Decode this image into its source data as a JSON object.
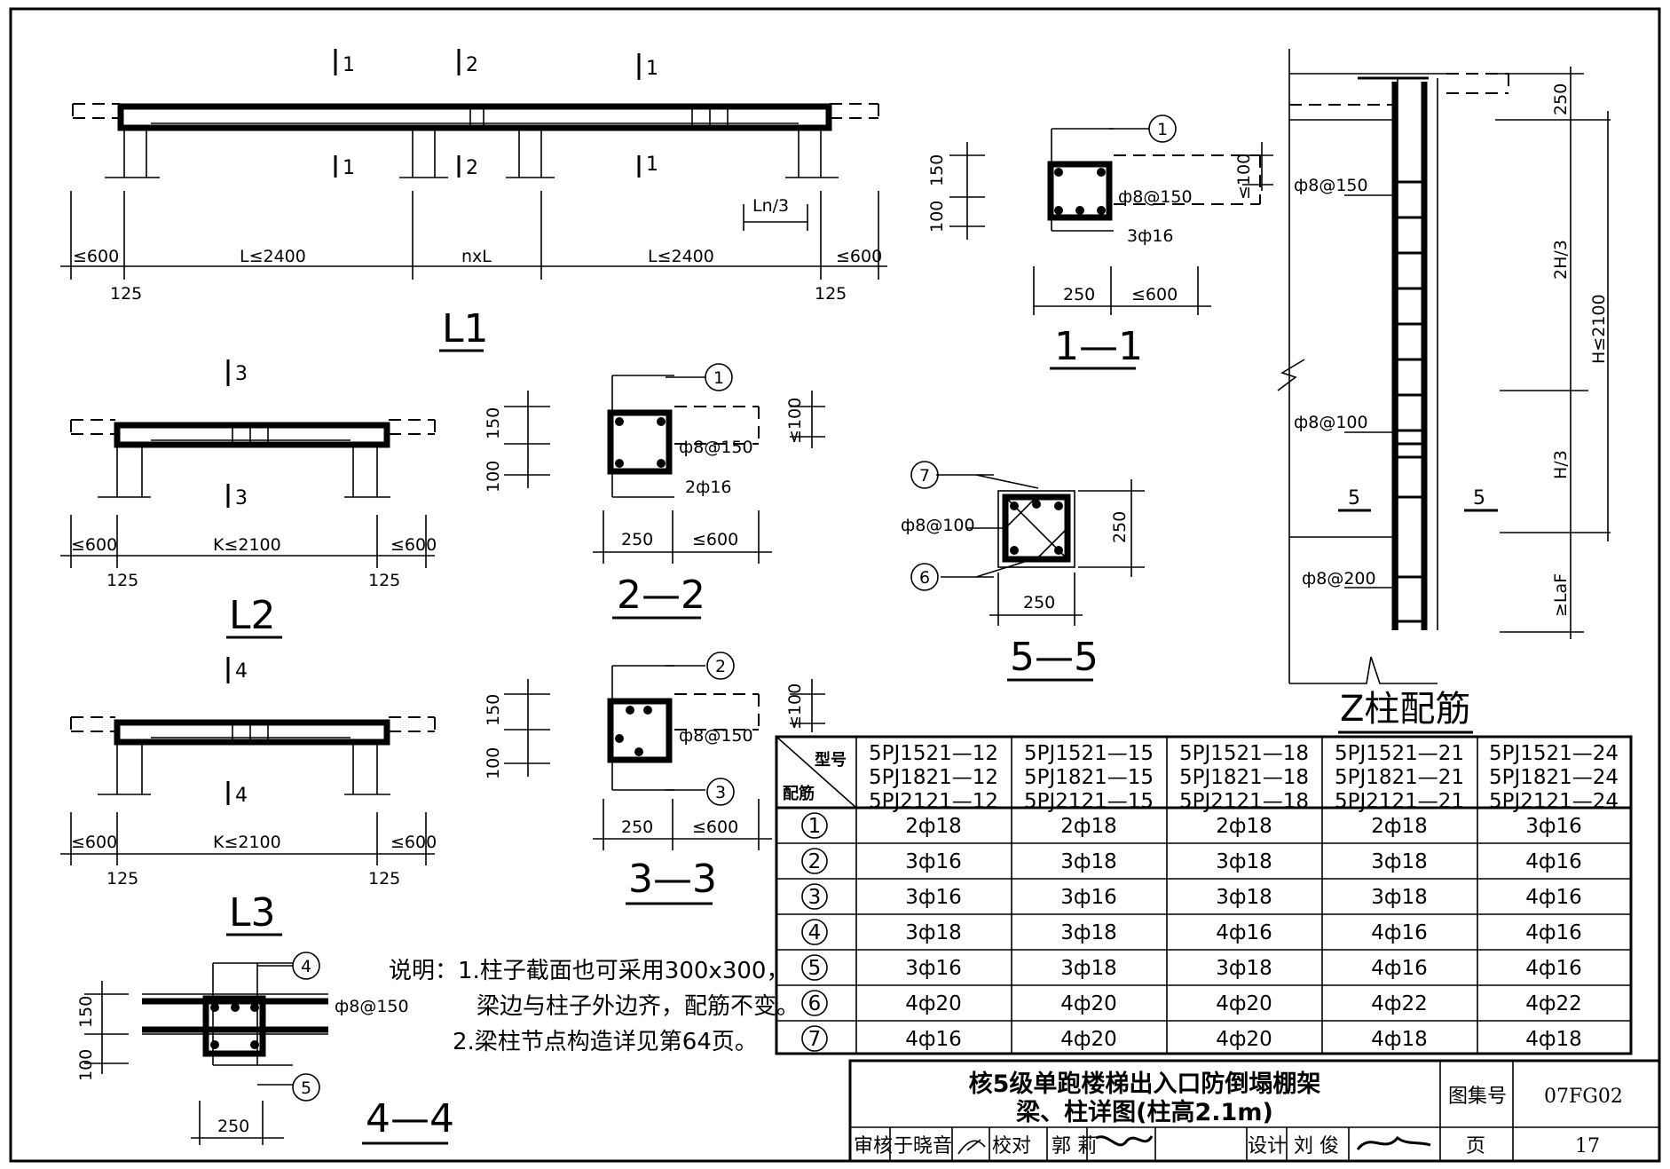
{
  "drawings": {
    "L1": {
      "title": "L1",
      "section_marks": [
        "1",
        "2",
        "1",
        "1",
        "2",
        "1"
      ],
      "dims": [
        "≤600",
        "L≤2400",
        "nxL",
        "L≤2400",
        "≤600",
        "125",
        "125",
        "Ln/3"
      ]
    },
    "L2": {
      "title": "L2",
      "section_marks": [
        "3",
        "3"
      ],
      "dims": [
        "≤600",
        "K≤2100",
        "≤600",
        "125",
        "125"
      ]
    },
    "L3": {
      "title": "L3",
      "section_marks": [
        "4",
        "4"
      ],
      "dims": [
        "≤600",
        "K≤2100",
        "≤600",
        "125",
        "125"
      ]
    },
    "sec11": {
      "title": "1—1",
      "marker": "1",
      "stirrup": "ф8@150",
      "bottom_bars": "3ф16",
      "dims": [
        "150",
        "100",
        "≤100",
        "250",
        "≤600"
      ]
    },
    "sec22": {
      "title": "2—2",
      "marker": "1",
      "stirrup": "ф8@150",
      "bottom_bars": "2ф16",
      "dims": [
        "150",
        "100",
        "≤100",
        "250",
        "≤600"
      ]
    },
    "sec33": {
      "title": "3—3",
      "marker_top": "2",
      "marker_bottom": "3",
      "stirrup": "ф8@150",
      "dims": [
        "150",
        "100",
        "≤100",
        "250",
        "≤600"
      ]
    },
    "sec44": {
      "title": "4—4",
      "marker_top": "4",
      "marker_bottom": "5",
      "stirrup": "ф8@150",
      "dims": [
        "150",
        "100",
        "250"
      ]
    },
    "sec55": {
      "title": "5—5",
      "marker_top": "7",
      "marker_bottom": "6",
      "stirrup": "ф8@100",
      "dims": [
        "250",
        "250"
      ]
    },
    "column": {
      "stirrup_top": "ф8@150",
      "stirrup_mid": "ф8@100",
      "stirrup_bot": "ф8@200",
      "dims": [
        "250",
        "2H/3",
        "H/3",
        "H≤2100",
        "≥LaF"
      ],
      "section_marks": [
        "5",
        "5"
      ]
    }
  },
  "notes": {
    "line1": "说明：1.柱子截面也可采用300x300，",
    "line2": "梁边与柱子外边齐，配筋不变。",
    "line3": "2.梁柱节点构造详见第64页。"
  },
  "table": {
    "title": "Z柱配筋",
    "header_type": "型号",
    "header_rebar": "配筋",
    "columns": [
      [
        "5PJ1521—12",
        "5PJ1821—12",
        "5PJ2121—12"
      ],
      [
        "5PJ1521—15",
        "5PJ1821—15",
        "5PJ2121—15"
      ],
      [
        "5PJ1521—18",
        "5PJ1821—18",
        "5PJ2121—18"
      ],
      [
        "5PJ1521—21",
        "5PJ1821—21",
        "5PJ2121—21"
      ],
      [
        "5PJ1521—24",
        "5PJ1821—24",
        "5PJ2121—24"
      ]
    ],
    "rows": [
      {
        "no": "1",
        "cells": [
          "2ф18",
          "2ф18",
          "2ф18",
          "2ф18",
          "3ф16"
        ]
      },
      {
        "no": "2",
        "cells": [
          "3ф16",
          "3ф18",
          "3ф18",
          "3ф18",
          "4ф16"
        ]
      },
      {
        "no": "3",
        "cells": [
          "3ф16",
          "3ф16",
          "3ф18",
          "3ф18",
          "4ф16"
        ]
      },
      {
        "no": "4",
        "cells": [
          "3ф18",
          "3ф18",
          "4ф16",
          "4ф16",
          "4ф16"
        ]
      },
      {
        "no": "5",
        "cells": [
          "3ф16",
          "3ф18",
          "3ф18",
          "4ф16",
          "4ф16"
        ]
      },
      {
        "no": "6",
        "cells": [
          "4ф20",
          "4ф20",
          "4ф20",
          "4ф22",
          "4ф22"
        ]
      },
      {
        "no": "7",
        "cells": [
          "4ф16",
          "4ф20",
          "4ф20",
          "4ф18",
          "4ф18"
        ]
      }
    ]
  },
  "titleblock": {
    "title_line1": "核5级单跑楼梯出入口防倒塌棚架",
    "title_line2": "梁、柱详图(柱高2.1m)",
    "atlas_label": "图集号",
    "atlas_no": "07FG02",
    "review_label": "审核",
    "reviewer": "于晓音",
    "check_label": "校对",
    "checker": "郭 莉",
    "design_label": "设计",
    "designer": "刘 俊",
    "page_label": "页",
    "page_no": "17"
  }
}
